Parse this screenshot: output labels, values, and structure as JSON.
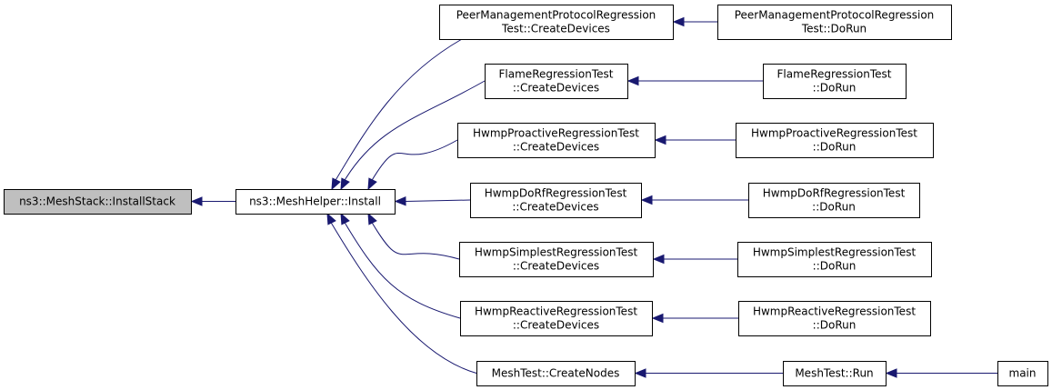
{
  "colors": {
    "edge": "#191970",
    "node_fill": "#ffffff",
    "root_fill": "#bfbfbf",
    "node_border": "#000000"
  },
  "nodes": {
    "install_stack": [
      "ns3::MeshStack::InstallStack"
    ],
    "mesh_helper_install": [
      "ns3::MeshHelper::Install"
    ],
    "pmp_create": [
      "PeerManagementProtocolRegression",
      "Test::CreateDevices"
    ],
    "pmp_run": [
      "PeerManagementProtocolRegression",
      "Test::DoRun"
    ],
    "flame_create": [
      "FlameRegressionTest",
      "::CreateDevices"
    ],
    "flame_run": [
      "FlameRegressionTest",
      "::DoRun"
    ],
    "proactive_create": [
      "HwmpProactiveRegressionTest",
      "::CreateDevices"
    ],
    "proactive_run": [
      "HwmpProactiveRegressionTest",
      "::DoRun"
    ],
    "dorf_create": [
      "HwmpDoRfRegressionTest",
      "::CreateDevices"
    ],
    "dorf_run": [
      "HwmpDoRfRegressionTest",
      "::DoRun"
    ],
    "simplest_create": [
      "HwmpSimplestRegressionTest",
      "::CreateDevices"
    ],
    "simplest_run": [
      "HwmpSimplestRegressionTest",
      "::DoRun"
    ],
    "reactive_create": [
      "HwmpReactiveRegressionTest",
      "::CreateDevices"
    ],
    "reactive_run": [
      "HwmpReactiveRegressionTest",
      "::DoRun"
    ],
    "meshtest_create_nodes": [
      "MeshTest::CreateNodes"
    ],
    "meshtest_run": [
      "MeshTest::Run"
    ],
    "main": [
      "main"
    ]
  },
  "edges": [
    {
      "from": "mesh_helper_install",
      "to": "install_stack"
    },
    {
      "from": "pmp_create",
      "to": "mesh_helper_install"
    },
    {
      "from": "flame_create",
      "to": "mesh_helper_install"
    },
    {
      "from": "proactive_create",
      "to": "mesh_helper_install"
    },
    {
      "from": "dorf_create",
      "to": "mesh_helper_install"
    },
    {
      "from": "simplest_create",
      "to": "mesh_helper_install"
    },
    {
      "from": "reactive_create",
      "to": "mesh_helper_install"
    },
    {
      "from": "meshtest_create_nodes",
      "to": "mesh_helper_install"
    },
    {
      "from": "pmp_run",
      "to": "pmp_create"
    },
    {
      "from": "flame_run",
      "to": "flame_create"
    },
    {
      "from": "proactive_run",
      "to": "proactive_create"
    },
    {
      "from": "dorf_run",
      "to": "dorf_create"
    },
    {
      "from": "simplest_run",
      "to": "simplest_create"
    },
    {
      "from": "reactive_run",
      "to": "reactive_create"
    },
    {
      "from": "meshtest_run",
      "to": "meshtest_create_nodes"
    },
    {
      "from": "main",
      "to": "meshtest_run"
    }
  ]
}
